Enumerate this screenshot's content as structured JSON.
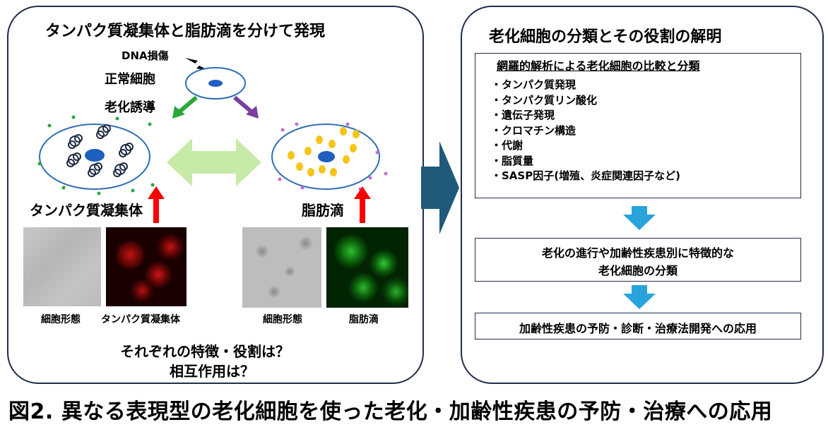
{
  "left_panel": {
    "title": "タンパク質凝集体と脂肪滴を分けて発現",
    "label_dna_damage": "DNA損傷",
    "label_normal_cell": "正常細胞",
    "label_induction": "老化誘導",
    "label_protein_aggregate": "タンパク質凝集体",
    "label_lipid_droplet": "脂肪滴",
    "images": [
      {
        "caption": "細胞形態"
      },
      {
        "caption": "タンパク質凝集体"
      },
      {
        "caption": "細胞形態"
      },
      {
        "caption": "脂肪滴"
      }
    ],
    "question_line1": "それぞれの特徴・役割は？",
    "question_line2": "相互作用は？"
  },
  "right_panel": {
    "title": "老化細胞の分類とその役割の解明",
    "box1_title": "網羅的解析による老化細胞の比較と分類",
    "box1_items": [
      "・タンパク質発現",
      "・タンパク質リン酸化",
      "・遺伝子発現",
      "・クロマチン構造",
      "・代謝",
      "・脂質量",
      "・SASP因子(増殖、炎症関連因子など)"
    ],
    "box2_line1": "老化の進行や加齢性疾患別に特徴的な",
    "box2_line2": "老化細胞の分類",
    "box3_text": "加齢性疾患の予防・診断・治療法開発への応用"
  },
  "caption": "図2. 異なる表現型の老化細胞を使った老化・加齢性疾患の予防・治療への応用",
  "colors": {
    "panel_border": "#1f2d4a",
    "cell_border": "#2f6fb5",
    "nucleus": "#1f5fbf",
    "lipid_droplet": "#f5c518",
    "green_arrow": "#2aa83a",
    "purple_arrow": "#7a3fa0",
    "double_arrow": "#c8eaa8",
    "red_arrow": "#ff0000",
    "big_arrow": "#1f5a7a",
    "down_arrow": "#29a3dc"
  }
}
